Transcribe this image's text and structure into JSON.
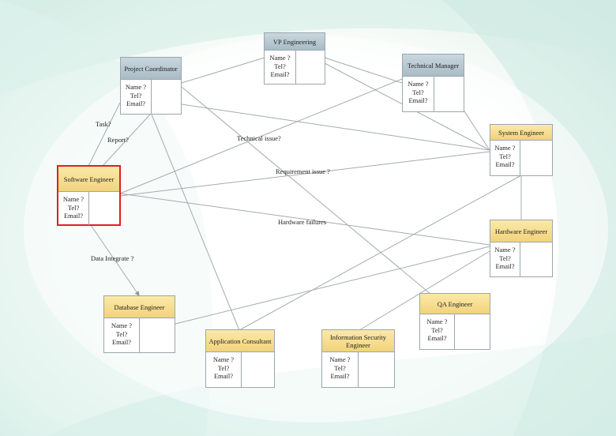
{
  "field_labels": {
    "name": "Name ?",
    "tel": "Tel?",
    "email": "Email?"
  },
  "nodes": {
    "vp": {
      "title": "VP Engineering"
    },
    "pc": {
      "title": "Project Coordinator"
    },
    "tm": {
      "title": "Technical Manager"
    },
    "se": {
      "title": "System Engineer"
    },
    "sw": {
      "title": "Software Engineer"
    },
    "hw": {
      "title": "Hardware Engineer"
    },
    "db": {
      "title": "Database Engineer"
    },
    "ac": {
      "title": "Application Consultant"
    },
    "is": {
      "title": "Information Security Engineer"
    },
    "qa": {
      "title": "QA Engineer"
    }
  },
  "edge_labels": {
    "task": "Task?",
    "report": "Report?",
    "technical_issue": "Technical issue?",
    "requirement_issue": "Requirement issue ?",
    "hardware_failures": "Hardware failures",
    "data_integrate": "Data Integrate ?"
  },
  "colors": {
    "header_blue": "#b5c6cf",
    "header_yellow": "#f5da88",
    "selected_border": "#e0201e",
    "line": "#a5abae"
  }
}
